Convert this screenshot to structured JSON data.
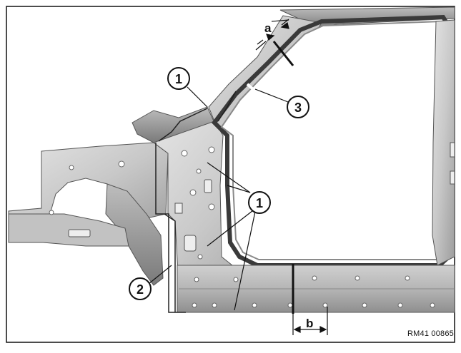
{
  "diagram": {
    "callouts": {
      "top_left": "1",
      "center_right": "1",
      "bottom_left": "2",
      "top_right": "3"
    },
    "dimensions": {
      "top": "a",
      "bottom": "b"
    },
    "reference_code": "RM41 00865",
    "colors": {
      "frame": "#111111",
      "metal_light": "#d9d9d9",
      "metal_mid": "#b3b3b3",
      "metal_dark": "#6e6e6e",
      "weld_line": "#222222",
      "cut_line": "#111111"
    }
  }
}
